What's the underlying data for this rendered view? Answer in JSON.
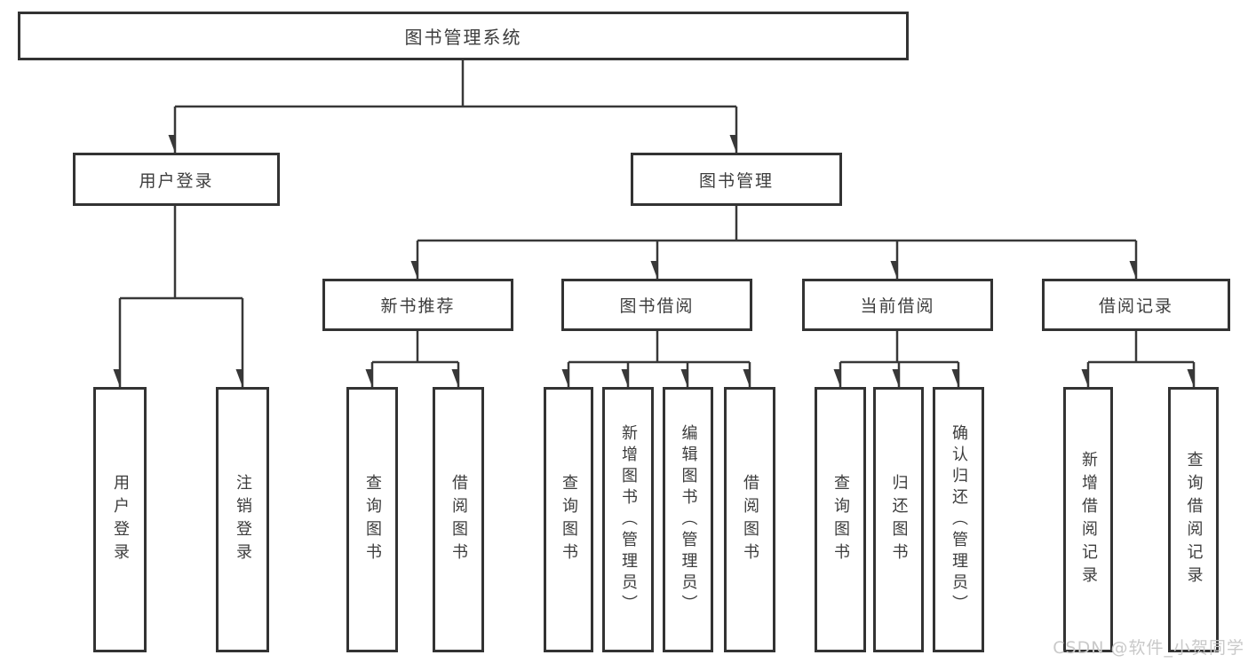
{
  "diagram": {
    "root": {
      "label": "图书管理系统"
    },
    "level2": {
      "user_login": {
        "label": "用户登录"
      },
      "book_mgmt": {
        "label": "图书管理"
      }
    },
    "level3": {
      "new_books": {
        "label": "新书推荐"
      },
      "book_borrow": {
        "label": "图书借阅"
      },
      "current_borrow": {
        "label": "当前借阅"
      },
      "borrow_records": {
        "label": "借阅记录"
      }
    },
    "leaves": {
      "user_login": {
        "login": "用户登录",
        "logout": "注销登录"
      },
      "new_books": {
        "query": "查询图书",
        "borrow": "借阅图书"
      },
      "book_borrow": {
        "query": "查询图书",
        "add": "新增图书（管理员）",
        "edit": "编辑图书（管理员）",
        "borrow": "借阅图书"
      },
      "current_borrow": {
        "query": "查询图书",
        "return": "归还图书",
        "confirm": "确认归还（管理员）"
      },
      "borrow_records": {
        "add": "新增借阅记录",
        "query": "查询借阅记录"
      }
    }
  },
  "watermark": {
    "text": "CSDN @软件_小贺同学"
  },
  "colors": {
    "border": "#333333",
    "line": "#383838",
    "text": "#3d3d3d",
    "background": "#ffffff",
    "watermark": "#c9c9c9"
  }
}
